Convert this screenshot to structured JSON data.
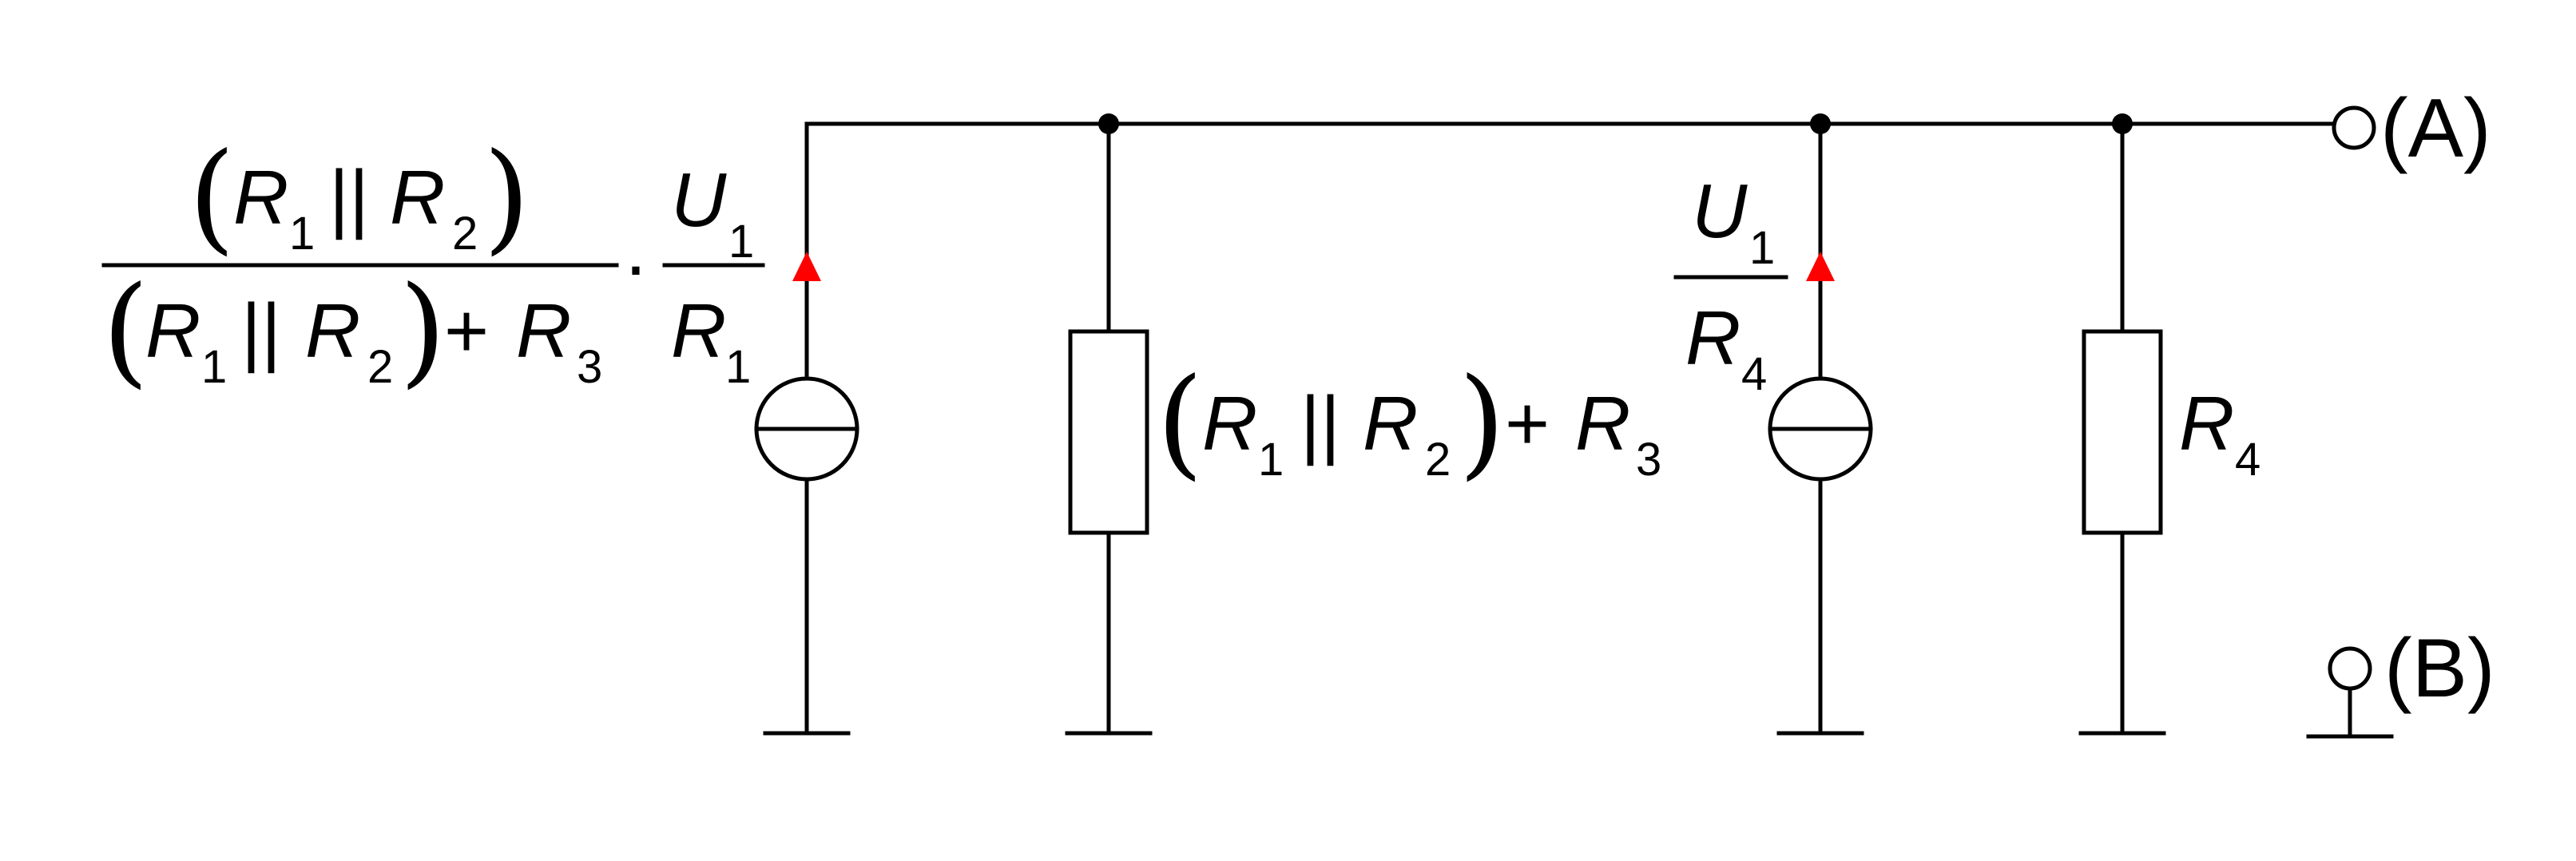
{
  "accent_color": "#ff0000",
  "line_color": "#000000",
  "terminals": {
    "a": "(A)",
    "b": "(B)"
  },
  "symbols": {
    "U": "U",
    "R": "R",
    "s1": "1",
    "s2": "2",
    "s3": "3",
    "s4": "4",
    "parallel": "||",
    "plus": "+",
    "dot": "·",
    "lparen": "(",
    "rparen": ")"
  },
  "components": [
    {
      "kind": "current-source",
      "label": "(R1 || R2) / ((R1 || R2) + R3) · U1 / R1"
    },
    {
      "kind": "resistor",
      "label": "(R1 || R2) + R3"
    },
    {
      "kind": "current-source",
      "label": "U1 / R4"
    },
    {
      "kind": "resistor",
      "label": "R4"
    }
  ]
}
